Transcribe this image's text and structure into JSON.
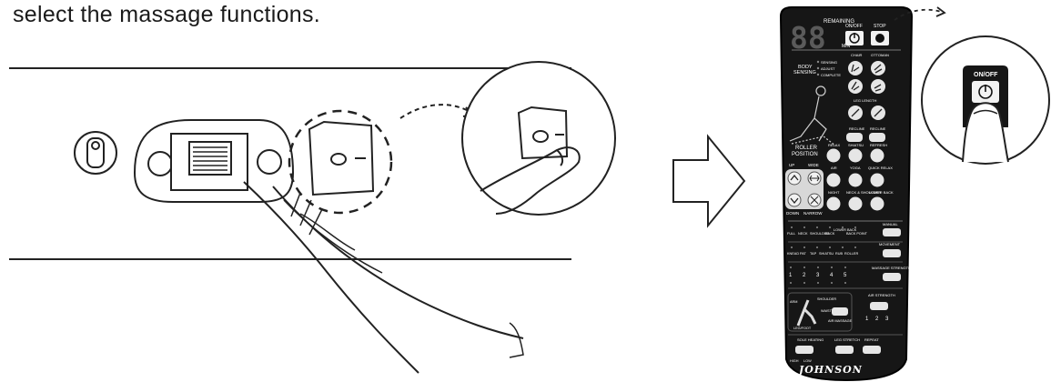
{
  "instruction": {
    "text": "select the massage functions."
  },
  "remote": {
    "brand": "JOHNSON",
    "remaining_label": "REMAINING",
    "display_value": "88",
    "min_label": "MIN",
    "onoff_label": "ON/OFF",
    "stop_label": "STOP",
    "body_sensing": {
      "title_1": "BODY",
      "title_2": "SENSING",
      "states": [
        "SENSING",
        "ADJUST",
        "COMPLETE"
      ]
    },
    "chair_label": "CHAIR",
    "ottoman_label": "OTTOMAN",
    "leg_length_label": "LEG LENGTH",
    "recline_labels": [
      "RECLINE",
      "RECLINE"
    ],
    "roller_position": {
      "title_1": "ROLLER",
      "title_2": "POSITION",
      "up": "UP",
      "down": "DOWN",
      "wide": "WIDE",
      "narrow": "NARROW"
    },
    "programs": [
      "RELAX",
      "SHIATSU",
      "REFRESH",
      "AIR",
      "YOGA",
      "QUICK RELAX",
      "NIGHT",
      "NECK & SHOULDER",
      "LOWER BACK"
    ],
    "area_labels": [
      "FULL",
      "NECK",
      "SHOULDER",
      "BACK",
      "LOWER BACK",
      "BACK POINT"
    ],
    "manual_label": "MANUAL",
    "movement_items": [
      "KNEAD",
      "PAT",
      "TAP",
      "SHIATSU",
      "RUB",
      "ROLLER"
    ],
    "movement_label": "MOVEMENT",
    "strength_levels": [
      "1",
      "2",
      "3",
      "4",
      "5"
    ],
    "massage_strength_label": "MASSAGE STRENGTH",
    "air_areas": [
      "ARM",
      "SHOULDER",
      "WAIST",
      "LEG/FOOT"
    ],
    "air_massage_label": "AIR MASSAGE",
    "air_strength_label": "AIR STRENGTH",
    "air_levels": [
      "1",
      "2",
      "3"
    ],
    "sole_heating_label": "SOLE HEATING",
    "high_label": "HIGH",
    "low_label": "LOW",
    "leg_stretch_label": "LEG STRETCH",
    "repeat_label": "REPEAT"
  },
  "zoom_callout": {
    "label": "ON/OFF"
  }
}
